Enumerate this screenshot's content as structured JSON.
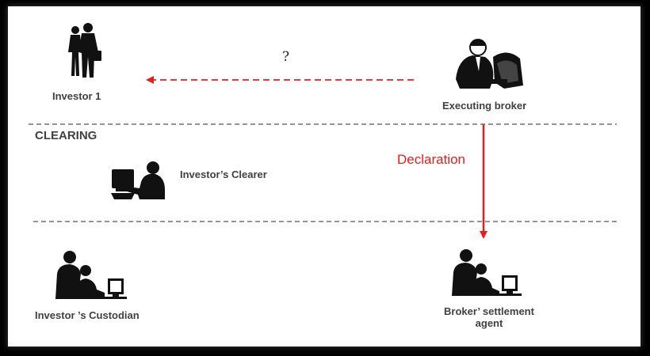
{
  "diagram": {
    "nodes": {
      "investor1": {
        "label": "Investor 1"
      },
      "executing_broker": {
        "label": "Executing broker"
      },
      "investors_clearer": {
        "label": "Investor’s Clearer"
      },
      "investors_custodian": {
        "label": "Investor ’s Custodian"
      },
      "brokers_settlement_agent": {
        "label_line1": "Broker’ settlement",
        "label_line2": "agent"
      }
    },
    "sections": {
      "clearing": "CLEARING"
    },
    "edges": {
      "query": {
        "label": "?",
        "from": "Executing broker",
        "to": "Investor 1",
        "color": "#e0201c",
        "style": "dashed"
      },
      "declaration": {
        "label": "Declaration",
        "from": "Executing broker",
        "to": "Broker’ settlement agent",
        "color": "#e0201c",
        "style": "solid"
      }
    },
    "colors": {
      "background": "#000000",
      "panel": "#ffffff",
      "accent": "#e0201c",
      "text": "#404040",
      "divider": "#555555"
    }
  }
}
